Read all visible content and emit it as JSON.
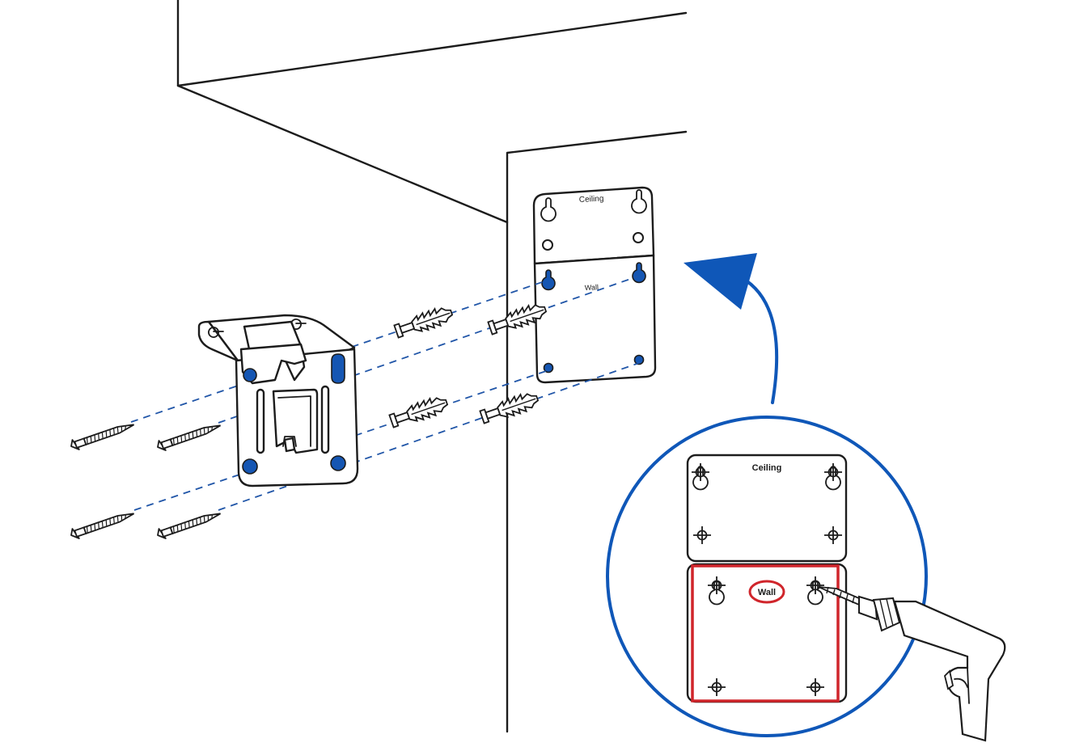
{
  "diagram": {
    "wall_plate_top_label": "Ceiling",
    "wall_plate_bottom_label": "Wall",
    "zoom_plate_top_label": "Ceiling",
    "zoom_plate_bottom_label": "Wall"
  },
  "colors": {
    "accent_blue": "#1556b3",
    "callout_circle": "#0f57b8",
    "highlight_red": "#d0252b",
    "stroke": "#1c1c1c"
  },
  "icons": [
    "screw-icon",
    "wall-anchor-icon",
    "drill-icon",
    "curved-arrow-icon",
    "mounting-bracket-icon"
  ]
}
